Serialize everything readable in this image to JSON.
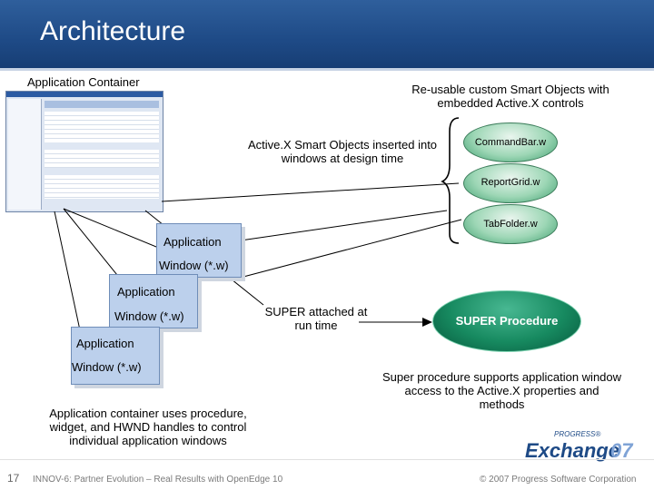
{
  "slide": {
    "title": "Architecture",
    "page_number": "17",
    "footer_text": "INNOV-6: Partner Evolution – Real Results with OpenEdge 10",
    "copyright": "© 2007 Progress Software Corporation",
    "logo": {
      "brand": "PROGRESS®",
      "word": "Exchange",
      "year": "07"
    }
  },
  "labels": {
    "app_container": "Application Container",
    "reusable": "Re-usable custom Smart Objects with embedded Active.X controls",
    "activex_inserted": "Active.X Smart Objects inserted into windows at design time",
    "super_attached": "SUPER attached at run time",
    "container_uses": "Application container uses procedure, widget, and HWND handles to control individual application windows",
    "super_supports": "Super procedure supports application window access to the Active.X properties and methods"
  },
  "ovals": [
    {
      "label": "CommandBar.w"
    },
    {
      "label": "ReportGrid.w"
    },
    {
      "label": "TabFolder.w"
    }
  ],
  "super_procedure": "SUPER Procedure",
  "app_windows": [
    {
      "line1": "Application",
      "line2": "Window (*.w)"
    },
    {
      "line1": "Application",
      "line2": "Window (*.w)"
    },
    {
      "line1": "Application",
      "line2": "Window (*.w)"
    }
  ]
}
